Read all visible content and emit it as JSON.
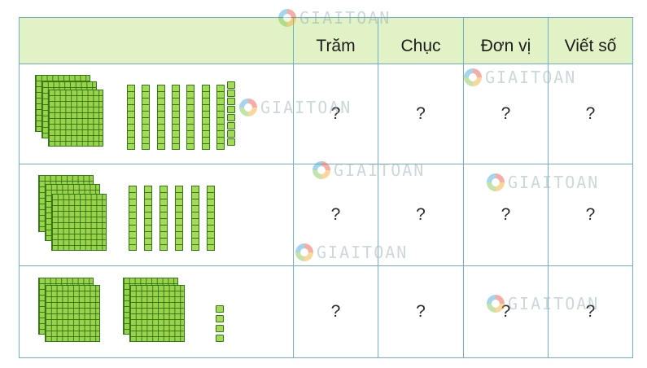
{
  "table": {
    "headers": [
      "",
      "Trăm",
      "Chục",
      "Đơn vị",
      "Viết số"
    ],
    "rows": [
      {
        "hundreds_blocks": 3,
        "tens_rods": 7,
        "unit_cubes": 8,
        "answers": [
          "?",
          "?",
          "?",
          "?"
        ]
      },
      {
        "hundreds_blocks": 3,
        "tens_rods": 6,
        "unit_cubes": 0,
        "answers": [
          "?",
          "?",
          "?",
          "?"
        ]
      },
      {
        "hundreds_blocks": 4,
        "tens_rods": 0,
        "unit_cubes": 4,
        "answers": [
          "?",
          "?",
          "?",
          "?"
        ]
      }
    ]
  },
  "watermark": {
    "text": "GIAITOAN"
  },
  "colors": {
    "header_bg": "#e1f2c6",
    "grid_line": "#6fb1c8",
    "block_green": "#9bd24a",
    "block_outline": "#2c7b16"
  }
}
